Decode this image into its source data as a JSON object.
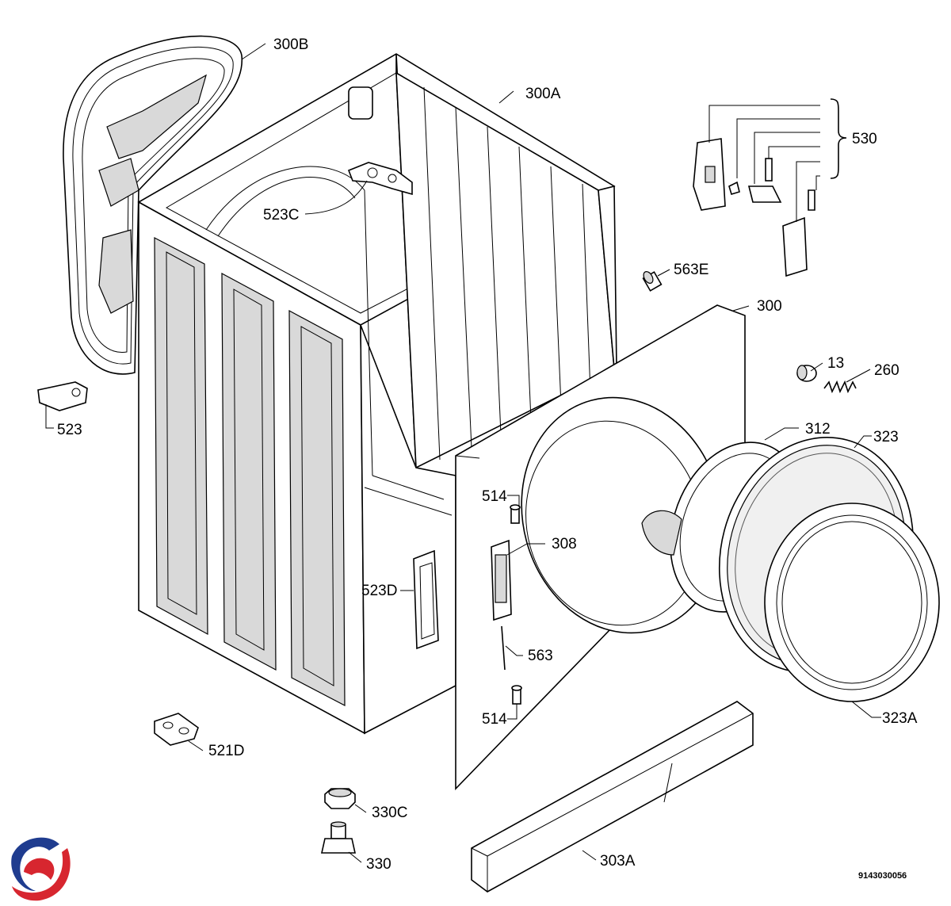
{
  "diagram": {
    "document_number": "9143030056",
    "labels": {
      "l300B": "300B",
      "l300A": "300A",
      "l530": "530",
      "l523C": "523C",
      "l563E": "563E",
      "l300": "300",
      "l13": "13",
      "l260": "260",
      "l523": "523",
      "l312": "312",
      "l323": "323",
      "l514a": "514",
      "l308": "308",
      "l523D": "523D",
      "l563": "563",
      "l514b": "514",
      "l323A": "323A",
      "l521D": "521D",
      "l330C": "330C",
      "l303A": "303A",
      "l330": "330"
    }
  },
  "logo": {
    "colors": {
      "blue": "#1f3c8f",
      "red": "#d7262f"
    }
  }
}
